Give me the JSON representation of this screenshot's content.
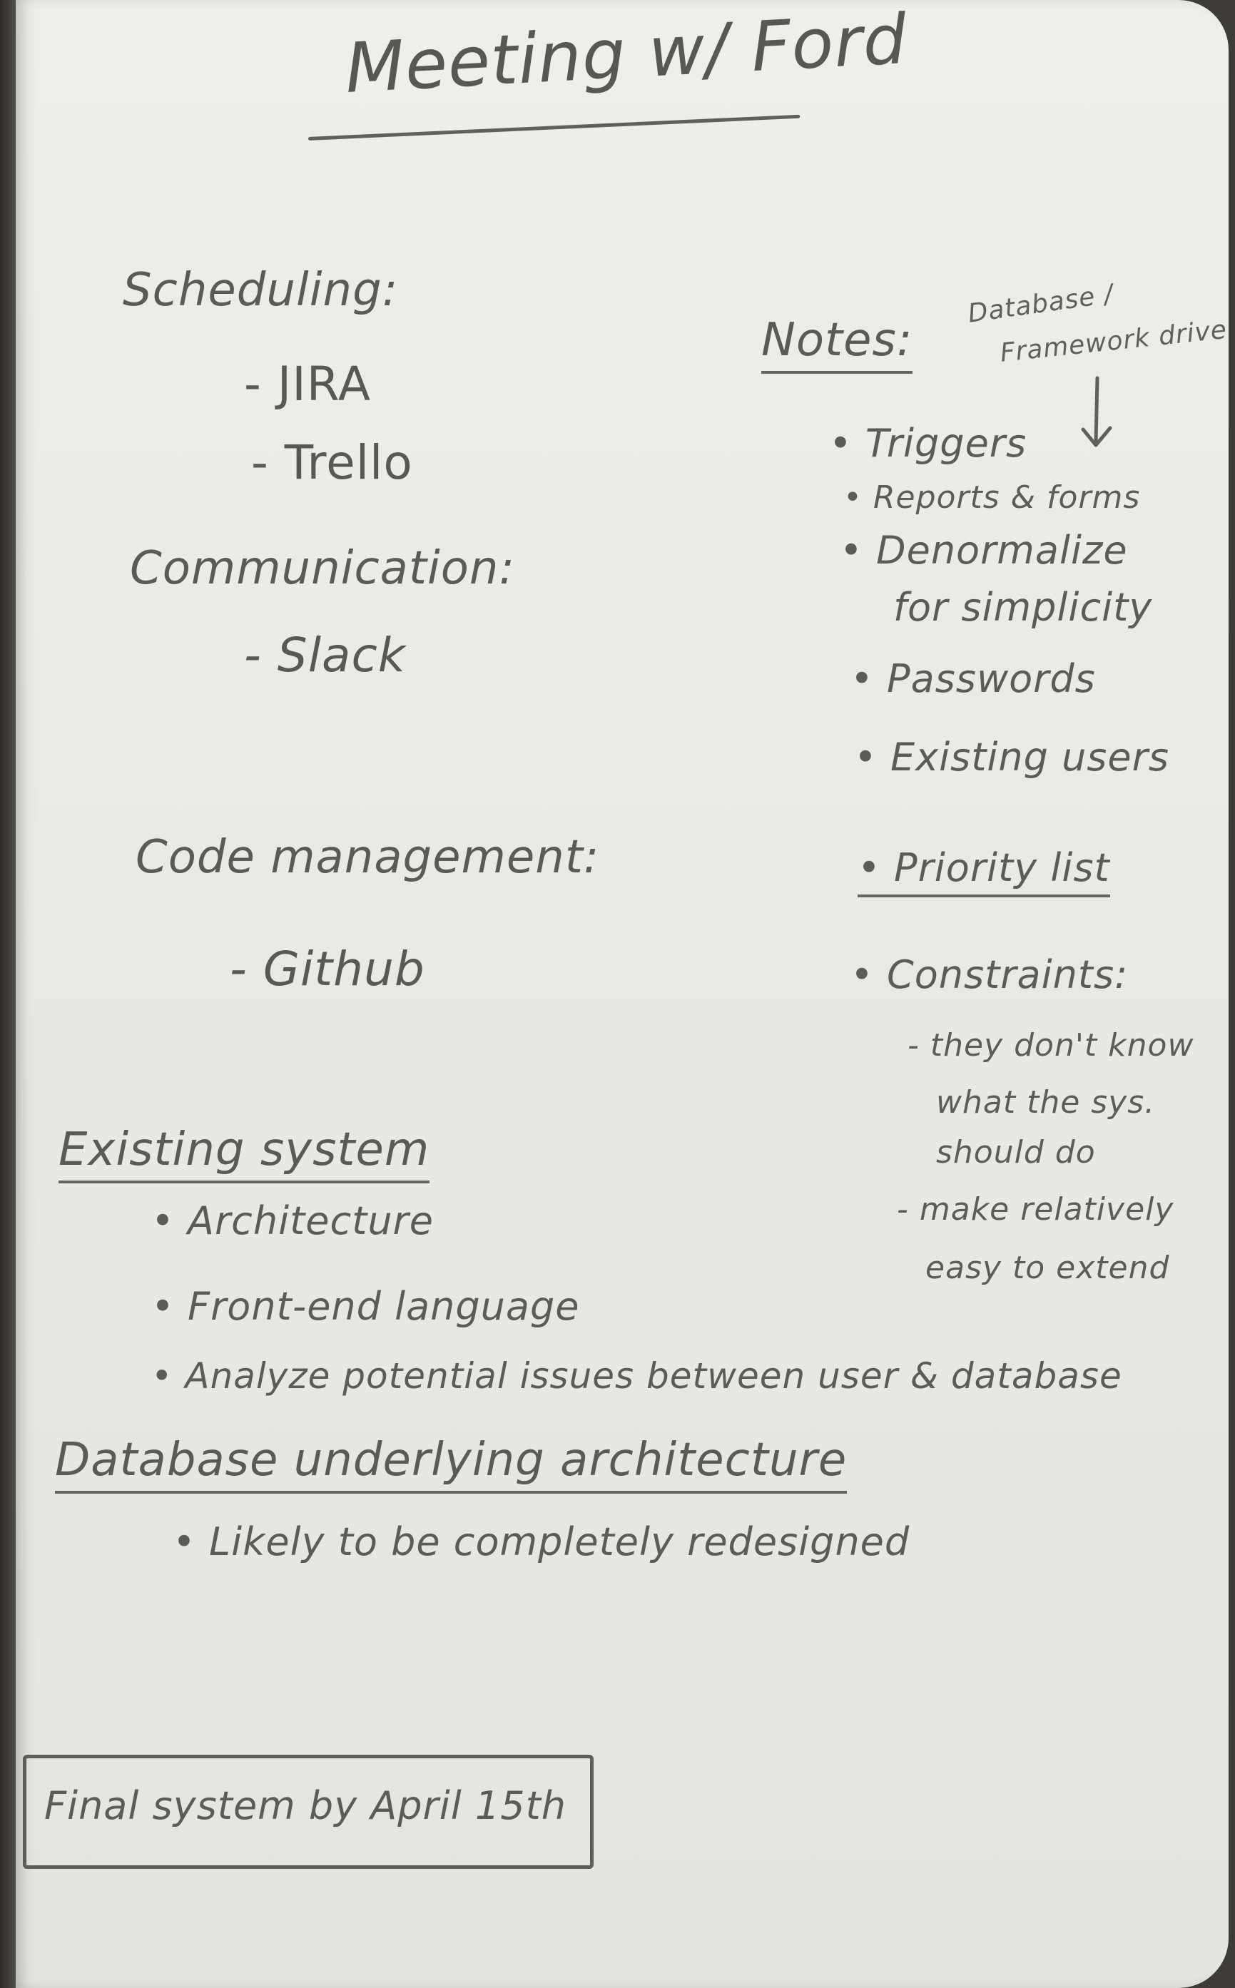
{
  "page": {
    "title": "Meeting w/ Ford"
  },
  "left": {
    "scheduling": {
      "heading": "Scheduling:",
      "items": [
        "- JIRA",
        "- Trello"
      ]
    },
    "communication": {
      "heading": "Communication:",
      "items": [
        "- Slack"
      ]
    },
    "code_management": {
      "heading": "Code management:",
      "items": [
        "- Github"
      ]
    }
  },
  "notes": {
    "heading": "Notes:",
    "annotation": [
      "Database /",
      "Framework driven"
    ],
    "bullets": [
      "• Triggers",
      "• Reports & forms",
      "• Denormalize",
      "for simplicity",
      "• Passwords",
      "• Existing users",
      "• Priority list",
      "• Constraints:"
    ],
    "constraints": [
      "- they don't know",
      "what the sys.",
      "should do",
      "- make relatively",
      "easy to extend"
    ]
  },
  "existing_system": {
    "heading": "Existing system",
    "bullets": [
      "• Architecture",
      "• Front-end language",
      "• Analyze potential issues between user & database"
    ]
  },
  "database": {
    "heading": "Database underlying architecture",
    "bullets": [
      "• Likely to be completely redesigned"
    ]
  },
  "deadline": {
    "text": "Final system by April 15th"
  }
}
